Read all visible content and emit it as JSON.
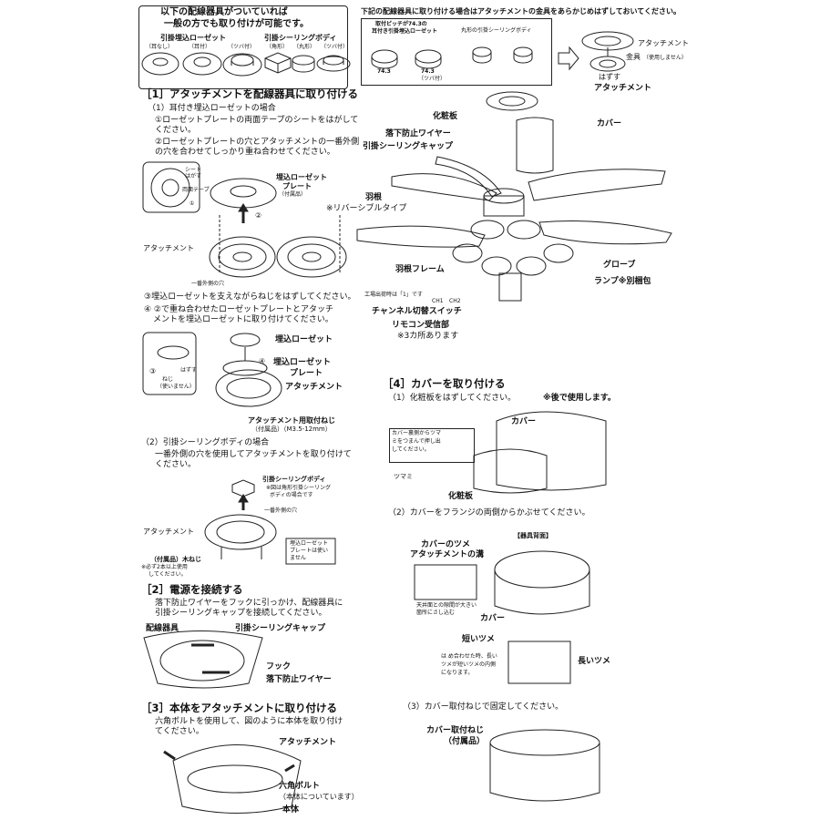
{
  "top_box": {
    "line1": "以下の配線器具がついていれば",
    "line2": "一般の方でも取り付けが可能です。",
    "group_a": "引掛埋込ローゼット",
    "group_a_items": [
      "（耳なし）",
      "（耳付）",
      "（ツバ付）"
    ],
    "group_b": "引掛シーリングボディ",
    "group_b_items": [
      "（角形）",
      "（丸形）",
      "（ツバ付）"
    ]
  },
  "top_right": {
    "note": "下記の配線器具に取り付ける場合はアタッチメントの金具をあらかじめはずしておいてください。",
    "pitch_label_1": "取付ピッチが74.3の",
    "pitch_label_2": "耳付き引掛埋込ローゼット",
    "round_label": "丸形の引掛シーリングボディ",
    "dim_a": "74.3",
    "dim_b": "74.3",
    "dim_b_sub": "（ツバ付）",
    "attach": "アタッチメント",
    "bracket": "金具",
    "bracket_note": "（使用しません）",
    "remove": "はずす"
  },
  "s1": {
    "title": "［1］アタッチメントを配線器具に取り付ける",
    "sub1": "（1）耳付き埋込ローゼットの場合",
    "step1a": "①ローゼットプレートの両面テープのシートをはがしてください。",
    "step1b": "②ローゼットプレートの穴とアタッチメントの一番外側の穴を合わせてしっかり重ね合わせてください。",
    "sheet": "シート",
    "peel": "はがす",
    "tape": "両面テープ",
    "circ1": "①",
    "circ2": "②",
    "plate_l1": "埋込ローゼット",
    "plate_l2": "プレート",
    "plate_l3": "（付属品）",
    "attach": "アタッチメント",
    "outer_hole": "一番外側の穴",
    "step3": "③埋込ローゼットを支えながらねじをはずしてください。",
    "step4a": "④ ②で重ね合わせたローゼットプレートとアタッチ",
    "step4b": "メントを埋込ローゼットに取り付けてください。",
    "c3": "③",
    "c4": "④",
    "screw": "ねじ",
    "screw_note": "（使いません）",
    "remove": "はずす",
    "rosette": "埋込ローゼット",
    "rplate_1": "埋込ローゼット",
    "rplate_2": "プレート",
    "attach2": "アタッチメント",
    "fix_screw": "アタッチメント用取付ねじ",
    "fix_screw_note": "（付属品）（M3.5-12mm）",
    "sub2": "（2）引掛シーリングボディの場合",
    "sub2_text": "一番外側の穴を使用してアタッチメントを取り付けてください。",
    "body": "引掛シーリングボディ",
    "body_note1": "※図は角形引掛シーリング",
    "body_note2": "ボディの場合です",
    "outer_hole2": "一番外側の穴",
    "attach3": "アタッチメント",
    "no_plate1": "埋込ローゼット",
    "no_plate2": "プレートは使い",
    "no_plate3": "ません",
    "wood_screw": "（付属品）木ねじ",
    "wood_note1": "※必ず2本以上使用",
    "wood_note2": "してください。"
  },
  "s2": {
    "title": "［2］電源を接続する",
    "text1": "落下防止ワイヤーをフックに引っかけ、配線器具に",
    "text2": "引掛シーリングキャップを接続してください。",
    "fixture": "配線器具",
    "cap": "引掛シーリングキャップ",
    "hook": "フック",
    "wire": "落下防止ワイヤー"
  },
  "s3": {
    "title": "［3］本体をアタッチメントに取り付ける",
    "text1": "六角ボルトを使用して、図のように本体を取り付け",
    "text2": "てください。",
    "attach": "アタッチメント",
    "bolt": "六角ボルト",
    "bolt_note": "（本体についています）",
    "body": "本体"
  },
  "parts": {
    "attach": "アタッチメント",
    "plate": "化粧板",
    "cover": "カバー",
    "wire": "落下防止ワイヤー",
    "cap": "引掛シーリングキャップ",
    "blade": "羽根",
    "reversible": "※リバーシブルタイプ",
    "globe": "グローブ",
    "frame": "羽根フレーム",
    "lamp": "ランプ※別梱包",
    "factory": "工場出荷時は「1」です",
    "ch_a": "CH1",
    "ch_b": "CH2",
    "switch": "チャンネル切替スイッチ",
    "receiver": "リモコン受信部",
    "receiver_note": "※3カ所あります"
  },
  "s4": {
    "title": "［4］カバーを取り付ける",
    "sub1": "（1）化粧板をはずしてください。",
    "sub1_note": "※後で使用します。",
    "cover": "カバー",
    "push1": "カバー裏側からツマ",
    "push2": "ミをつまんで押し出",
    "push3": "してください。",
    "knob": "ツマミ",
    "plate": "化粧板",
    "sub2": "（2）カバーをフランジの両側からかぶせてください。",
    "back": "【器具背面】",
    "tab": "カバーのツメ",
    "groove": "アタッチメントの溝",
    "gap1": "天井面との隙間が大きい",
    "gap2": "箇所にさし込む",
    "cover2": "カバー",
    "short_tab": "短いツメ",
    "long_tab": "長いツメ",
    "fit1": "は め合わせた時、長い",
    "fit2": "ツメが短いツメの内側",
    "fit3": "になります。",
    "sub3": "（3）カバー取付ねじで固定してください。",
    "cscrew1": "カバー取付ねじ",
    "cscrew2": "（付属品）"
  }
}
